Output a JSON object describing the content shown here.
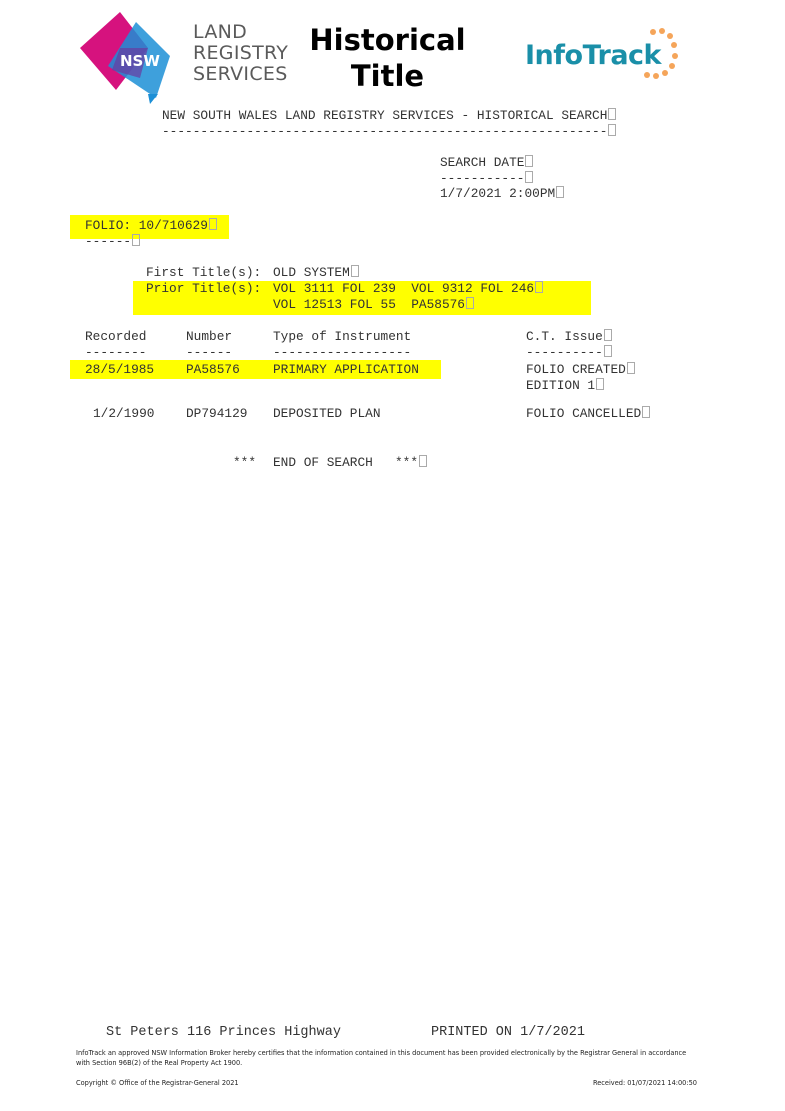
{
  "header": {
    "nsw_logo": "NSW",
    "lrs_logo_lines": [
      "LAND",
      "REGISTRY",
      "SERVICES"
    ],
    "title_lines": [
      "Historical",
      "Title"
    ],
    "infotrack_logo": "InfoTrack",
    "colors": {
      "magenta": "#d6127e",
      "blue": "#1c8fd6",
      "infotrack_teal": "#1a8fa8",
      "infotrack_orange": "#f5a55a",
      "highlight": "#ffff00"
    }
  },
  "report": {
    "heading": "NEW SOUTH WALES LAND REGISTRY SERVICES - HISTORICAL SEARCH",
    "heading_rule": "----------------------------------------------------------",
    "search_date_label": "SEARCH DATE",
    "search_date_rule": "-----------",
    "search_date": "1/7/2021 2:00PM",
    "folio": "FOLIO: 10/710629",
    "folio_rule": "------",
    "first_title_label": "First Title(s):",
    "first_title_value": "OLD SYSTEM",
    "prior_title_label": "Prior Title(s):",
    "prior_title_line1": "VOL 3111 FOL 239  VOL 9312 FOL 246",
    "prior_title_line2": "VOL 12513 FOL 55  PA58576",
    "columns": {
      "recorded": "Recorded",
      "recorded_rule": "--------",
      "number": "Number",
      "number_rule": "------",
      "type": "Type of Instrument",
      "type_rule": "------------------",
      "ct_issue": "C.T. Issue",
      "ct_issue_rule": "----------"
    },
    "rows": [
      {
        "recorded": "28/5/1985",
        "number": "PA58576",
        "type": "PRIMARY APPLICATION",
        "ct_issue": [
          "FOLIO CREATED",
          "EDITION 1"
        ]
      },
      {
        "recorded": "1/2/1990",
        "number": "DP794129",
        "type": "DEPOSITED PLAN",
        "ct_issue": [
          "FOLIO CANCELLED"
        ]
      }
    ],
    "end_stars_left": "***",
    "end_text": "END OF SEARCH",
    "end_stars_right": "***"
  },
  "footer": {
    "address": "St Peters 116 Princes Highway",
    "printed_on": "PRINTED ON 1/7/2021",
    "certification": "InfoTrack an approved NSW Information Broker hereby certifies that the information contained in this document has been provided electronically by the Registrar General in accordance with Section 96B(2) of the Real Property Act 1900.",
    "copyright": "Copyright © Office of the Registrar-General 2021",
    "received": "Received: 01/07/2021 14:00:50"
  }
}
